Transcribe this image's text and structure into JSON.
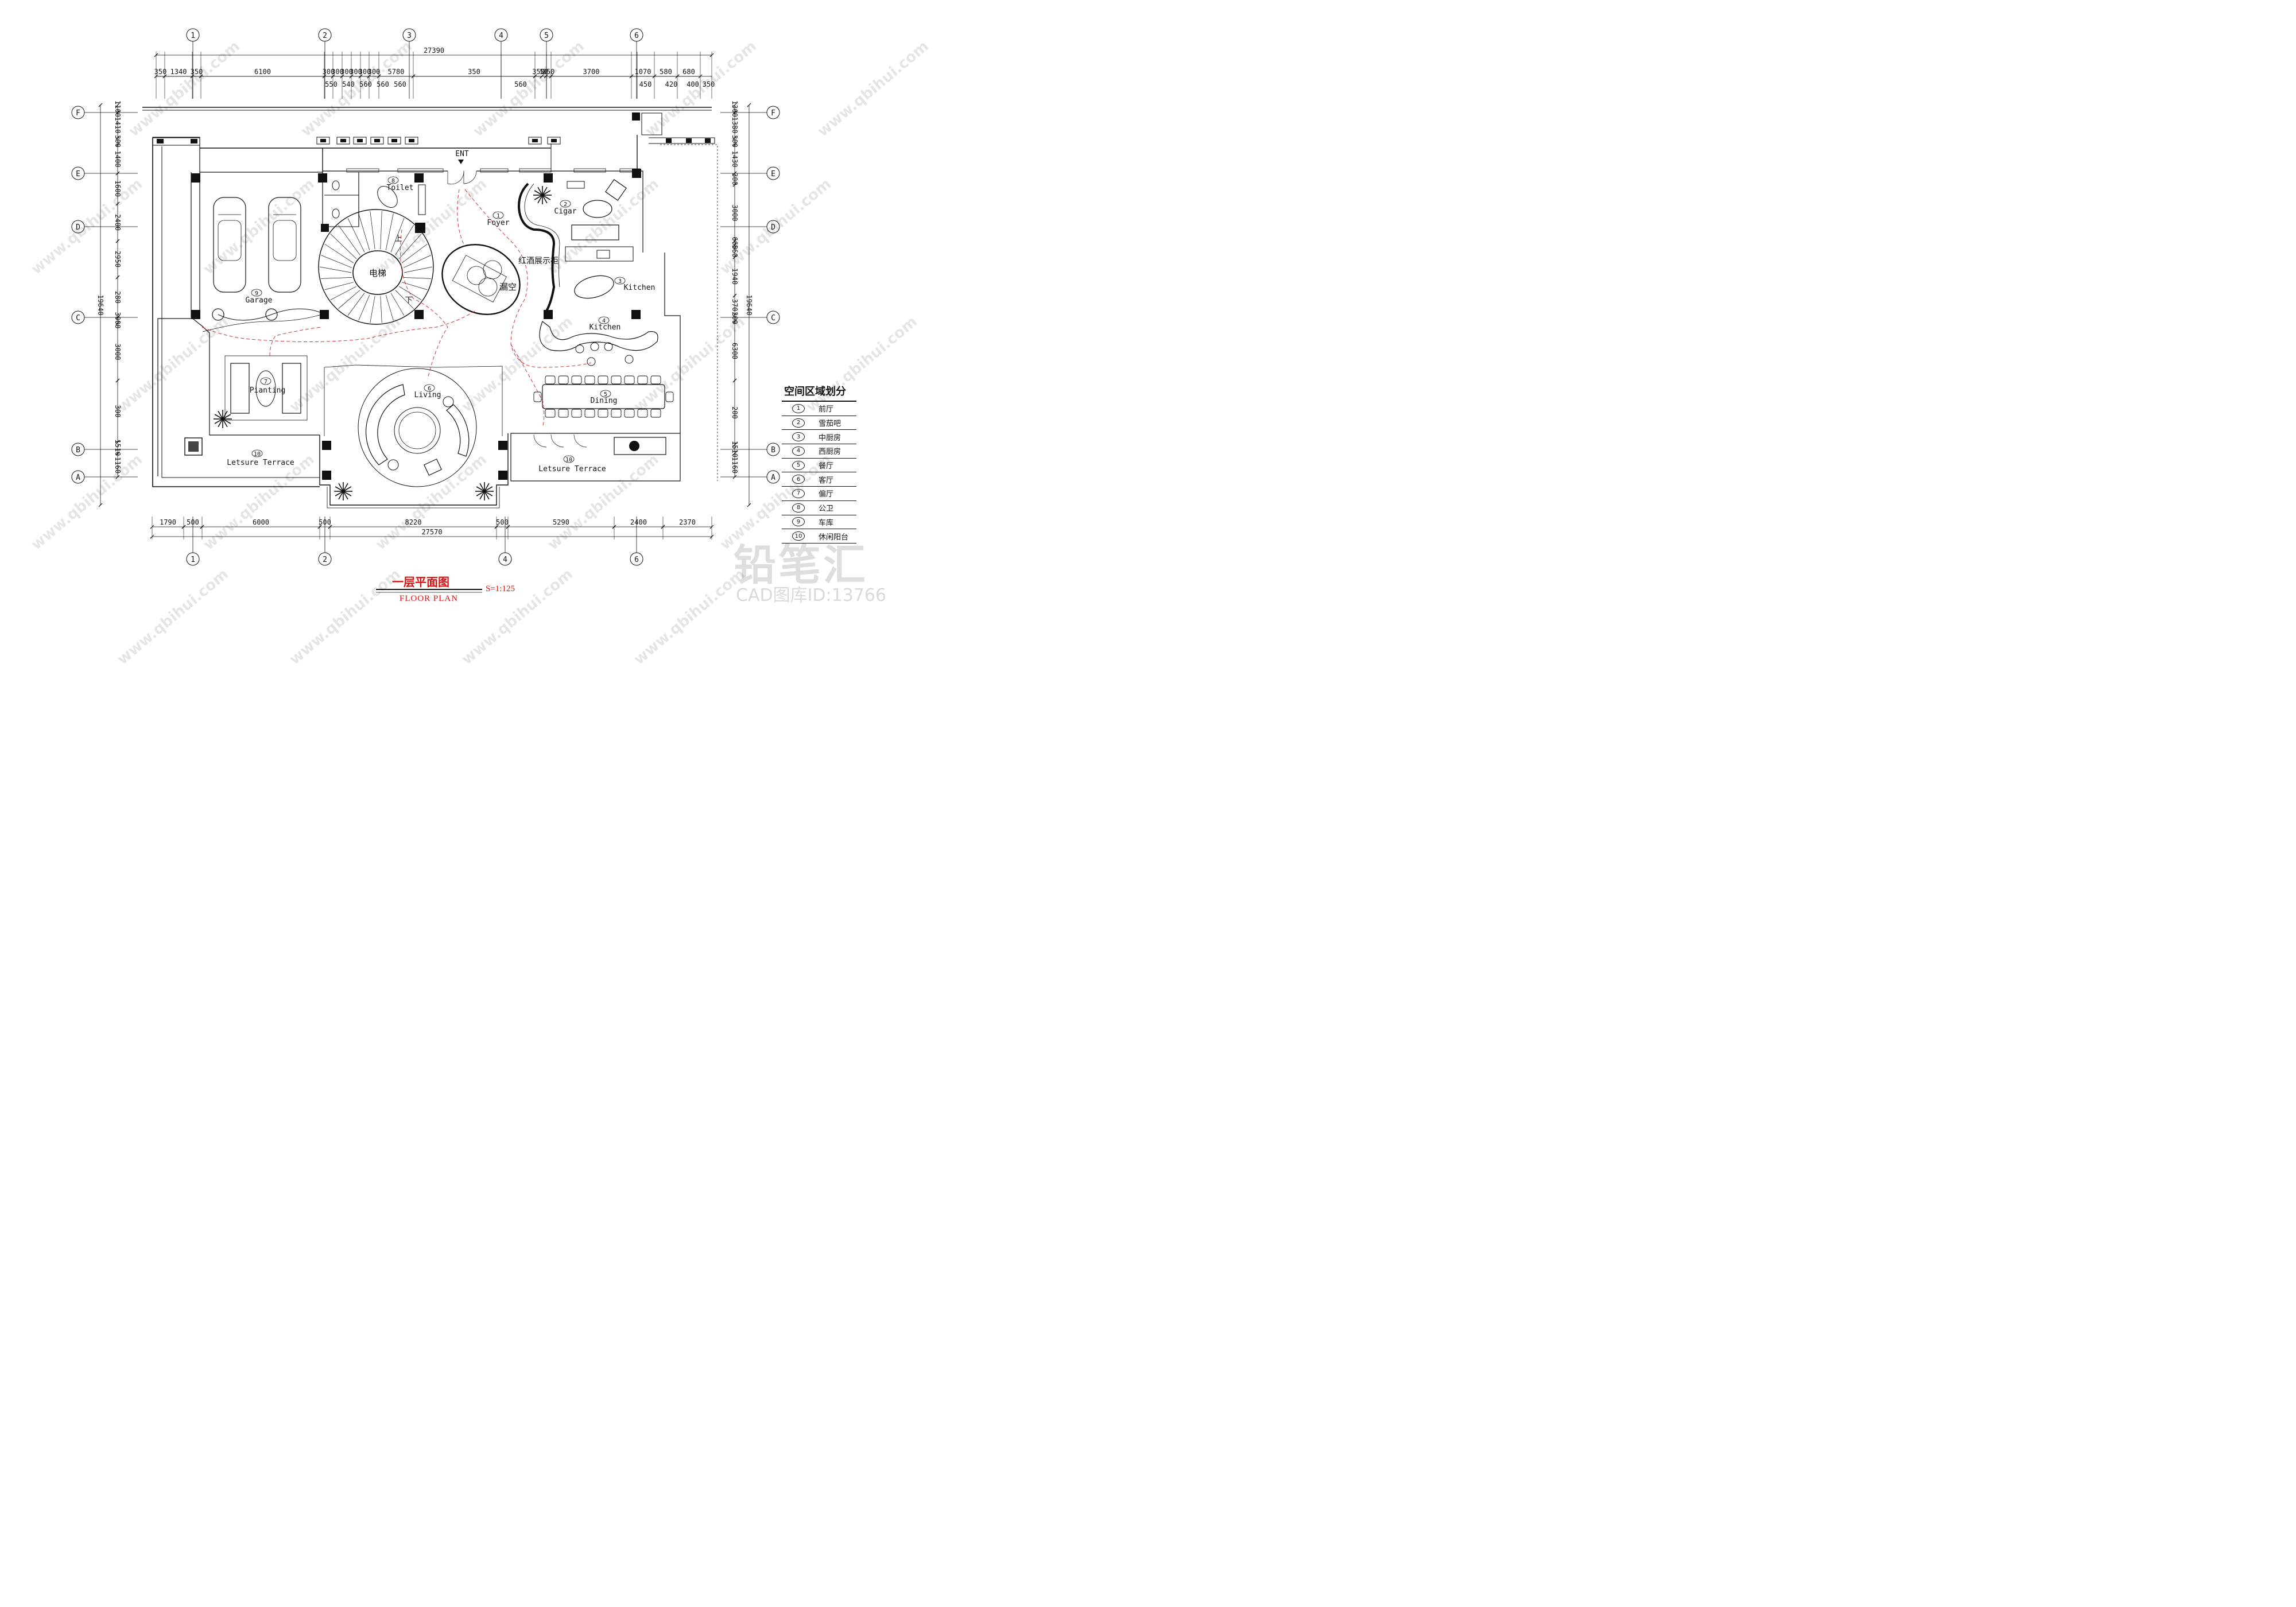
{
  "title": {
    "cn": "一层平面图",
    "en": "FLOOR PLAN",
    "scale": "S=1:125"
  },
  "grid_cols_top": [
    "1",
    "2",
    "3",
    "4",
    "5",
    "6"
  ],
  "grid_cols_bottom": [
    "1",
    "2",
    "4",
    "6"
  ],
  "grid_rows": [
    "F",
    "E",
    "D",
    "C",
    "B",
    "A"
  ],
  "dims": {
    "top_total": "27390",
    "bottom_total": "27570",
    "top_row1": [
      "350",
      "1340",
      "350",
      "6100",
      "300",
      "300",
      "300",
      "300",
      "300",
      "300",
      "5780",
      "350",
      "350",
      "50",
      "350",
      "3700",
      "1070",
      "580",
      "680"
    ],
    "top_row2": [
      "550",
      "540",
      "560",
      "560",
      "560",
      "560",
      "450",
      "420",
      "400",
      "350"
    ],
    "bottom_row": [
      "1790",
      "500",
      "6000",
      "500",
      "8220",
      "500",
      "5290",
      "2400",
      "2370"
    ],
    "left_total": "19640",
    "left": [
      "1100",
      "1410",
      "300",
      "1400",
      "1600",
      "2400",
      "2950",
      "280",
      "3000",
      "3000",
      "300",
      "1510",
      "1160"
    ],
    "right_total": "19640",
    "right": [
      "1300",
      "1380",
      "300",
      "1430",
      "300",
      "3000",
      "660",
      "560",
      "1940",
      "370",
      "200",
      "6300",
      "200",
      "1510",
      "1160"
    ]
  },
  "rooms": [
    {
      "num": "1",
      "name": "Foyer"
    },
    {
      "num": "2",
      "name": "Cigar"
    },
    {
      "num": "3",
      "name": "Kitchen"
    },
    {
      "num": "4",
      "name": "Kitchen"
    },
    {
      "num": "5",
      "name": "Dining"
    },
    {
      "num": "6",
      "name": "Living"
    },
    {
      "num": "7",
      "name": "Pianting"
    },
    {
      "num": "8",
      "name": "Toilet"
    },
    {
      "num": "9",
      "name": "Garage"
    },
    {
      "num": "10",
      "name": "Letsure Terrace"
    },
    {
      "num": "10",
      "name": "Letsure Terrace"
    }
  ],
  "labels": {
    "entrance": "ENT",
    "elevator": "电梯",
    "void": "漏空",
    "wine_display": "红酒展示柜",
    "stair_up": "上",
    "stair_down": "下"
  },
  "legend": {
    "title": "空间区域划分",
    "items": [
      {
        "num": "1",
        "name": "前厅"
      },
      {
        "num": "2",
        "name": "雪茄吧"
      },
      {
        "num": "3",
        "name": "中厨房"
      },
      {
        "num": "4",
        "name": "西厨房"
      },
      {
        "num": "5",
        "name": "餐厅"
      },
      {
        "num": "6",
        "name": "客厅"
      },
      {
        "num": "7",
        "name": "偏厅"
      },
      {
        "num": "8",
        "name": "公卫"
      },
      {
        "num": "9",
        "name": "车库"
      },
      {
        "num": "10",
        "name": "休闲阳台"
      }
    ]
  },
  "watermark": {
    "site": "www.qbihui.com",
    "brand": "铅笔汇",
    "id_text": "CAD图库ID:13766"
  },
  "colors": {
    "line": "#111111",
    "annotation": "#dd1111",
    "dashed_path": "#cc3333"
  }
}
